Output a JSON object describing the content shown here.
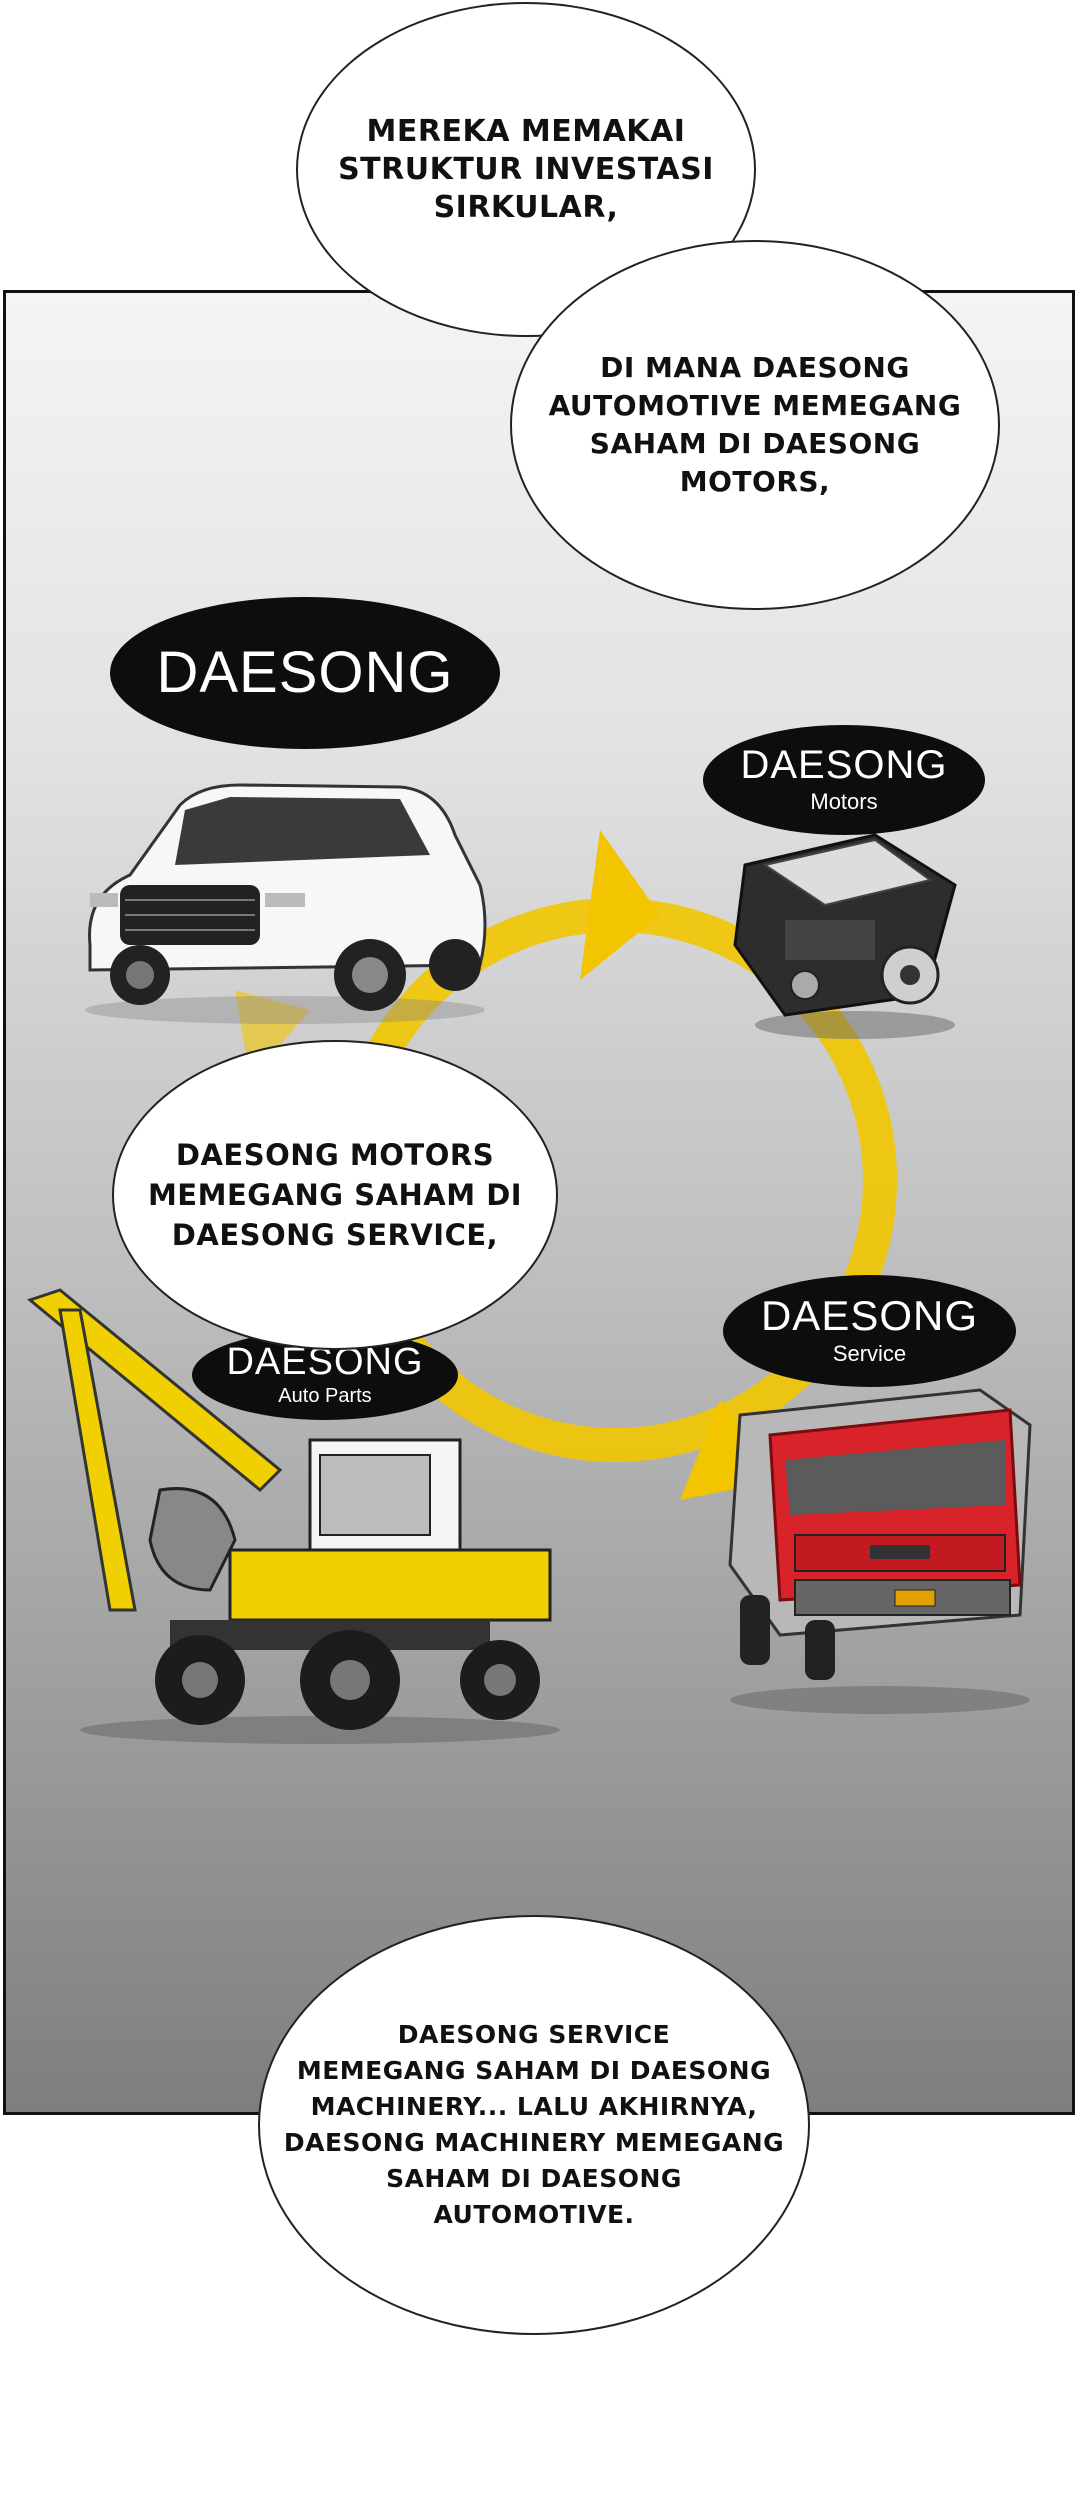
{
  "panel_logos": {
    "daesong": {
      "name": "DAESONG"
    },
    "motors": {
      "name": "DAESONG",
      "sub": "Motors"
    },
    "service": {
      "name": "DAESONG",
      "sub": "Service"
    },
    "auto_parts": {
      "name": "DAESONG",
      "sub": "Auto Parts"
    }
  },
  "speech": {
    "b1": "MEREKA MEMAKAI\nSTRUKTUR INVESTASI\nSIRKULAR,",
    "b2": "DI MANA DAESONG\nAUTOMOTIVE MEMEGANG\nSAHAM DI DAESONG\nMOTORS,",
    "b3": "DAESONG MOTORS\nMEMEGANG SAHAM DI\nDAESONG SERVICE,",
    "b4": "DAESONG SERVICE\nMEMEGANG SAHAM DI DAESONG\nMACHINERY... LALU AKHIRNYA,\nDAESONG MACHINERY MEMEGANG\nSAHAM DI DAESONG\nAUTOMOTIVE."
  },
  "colors": {
    "arrow": "#f2c500",
    "logo_bg": "#0d0d0d",
    "truck_red": "#d8232a",
    "excavator_yellow": "#f0d000"
  }
}
